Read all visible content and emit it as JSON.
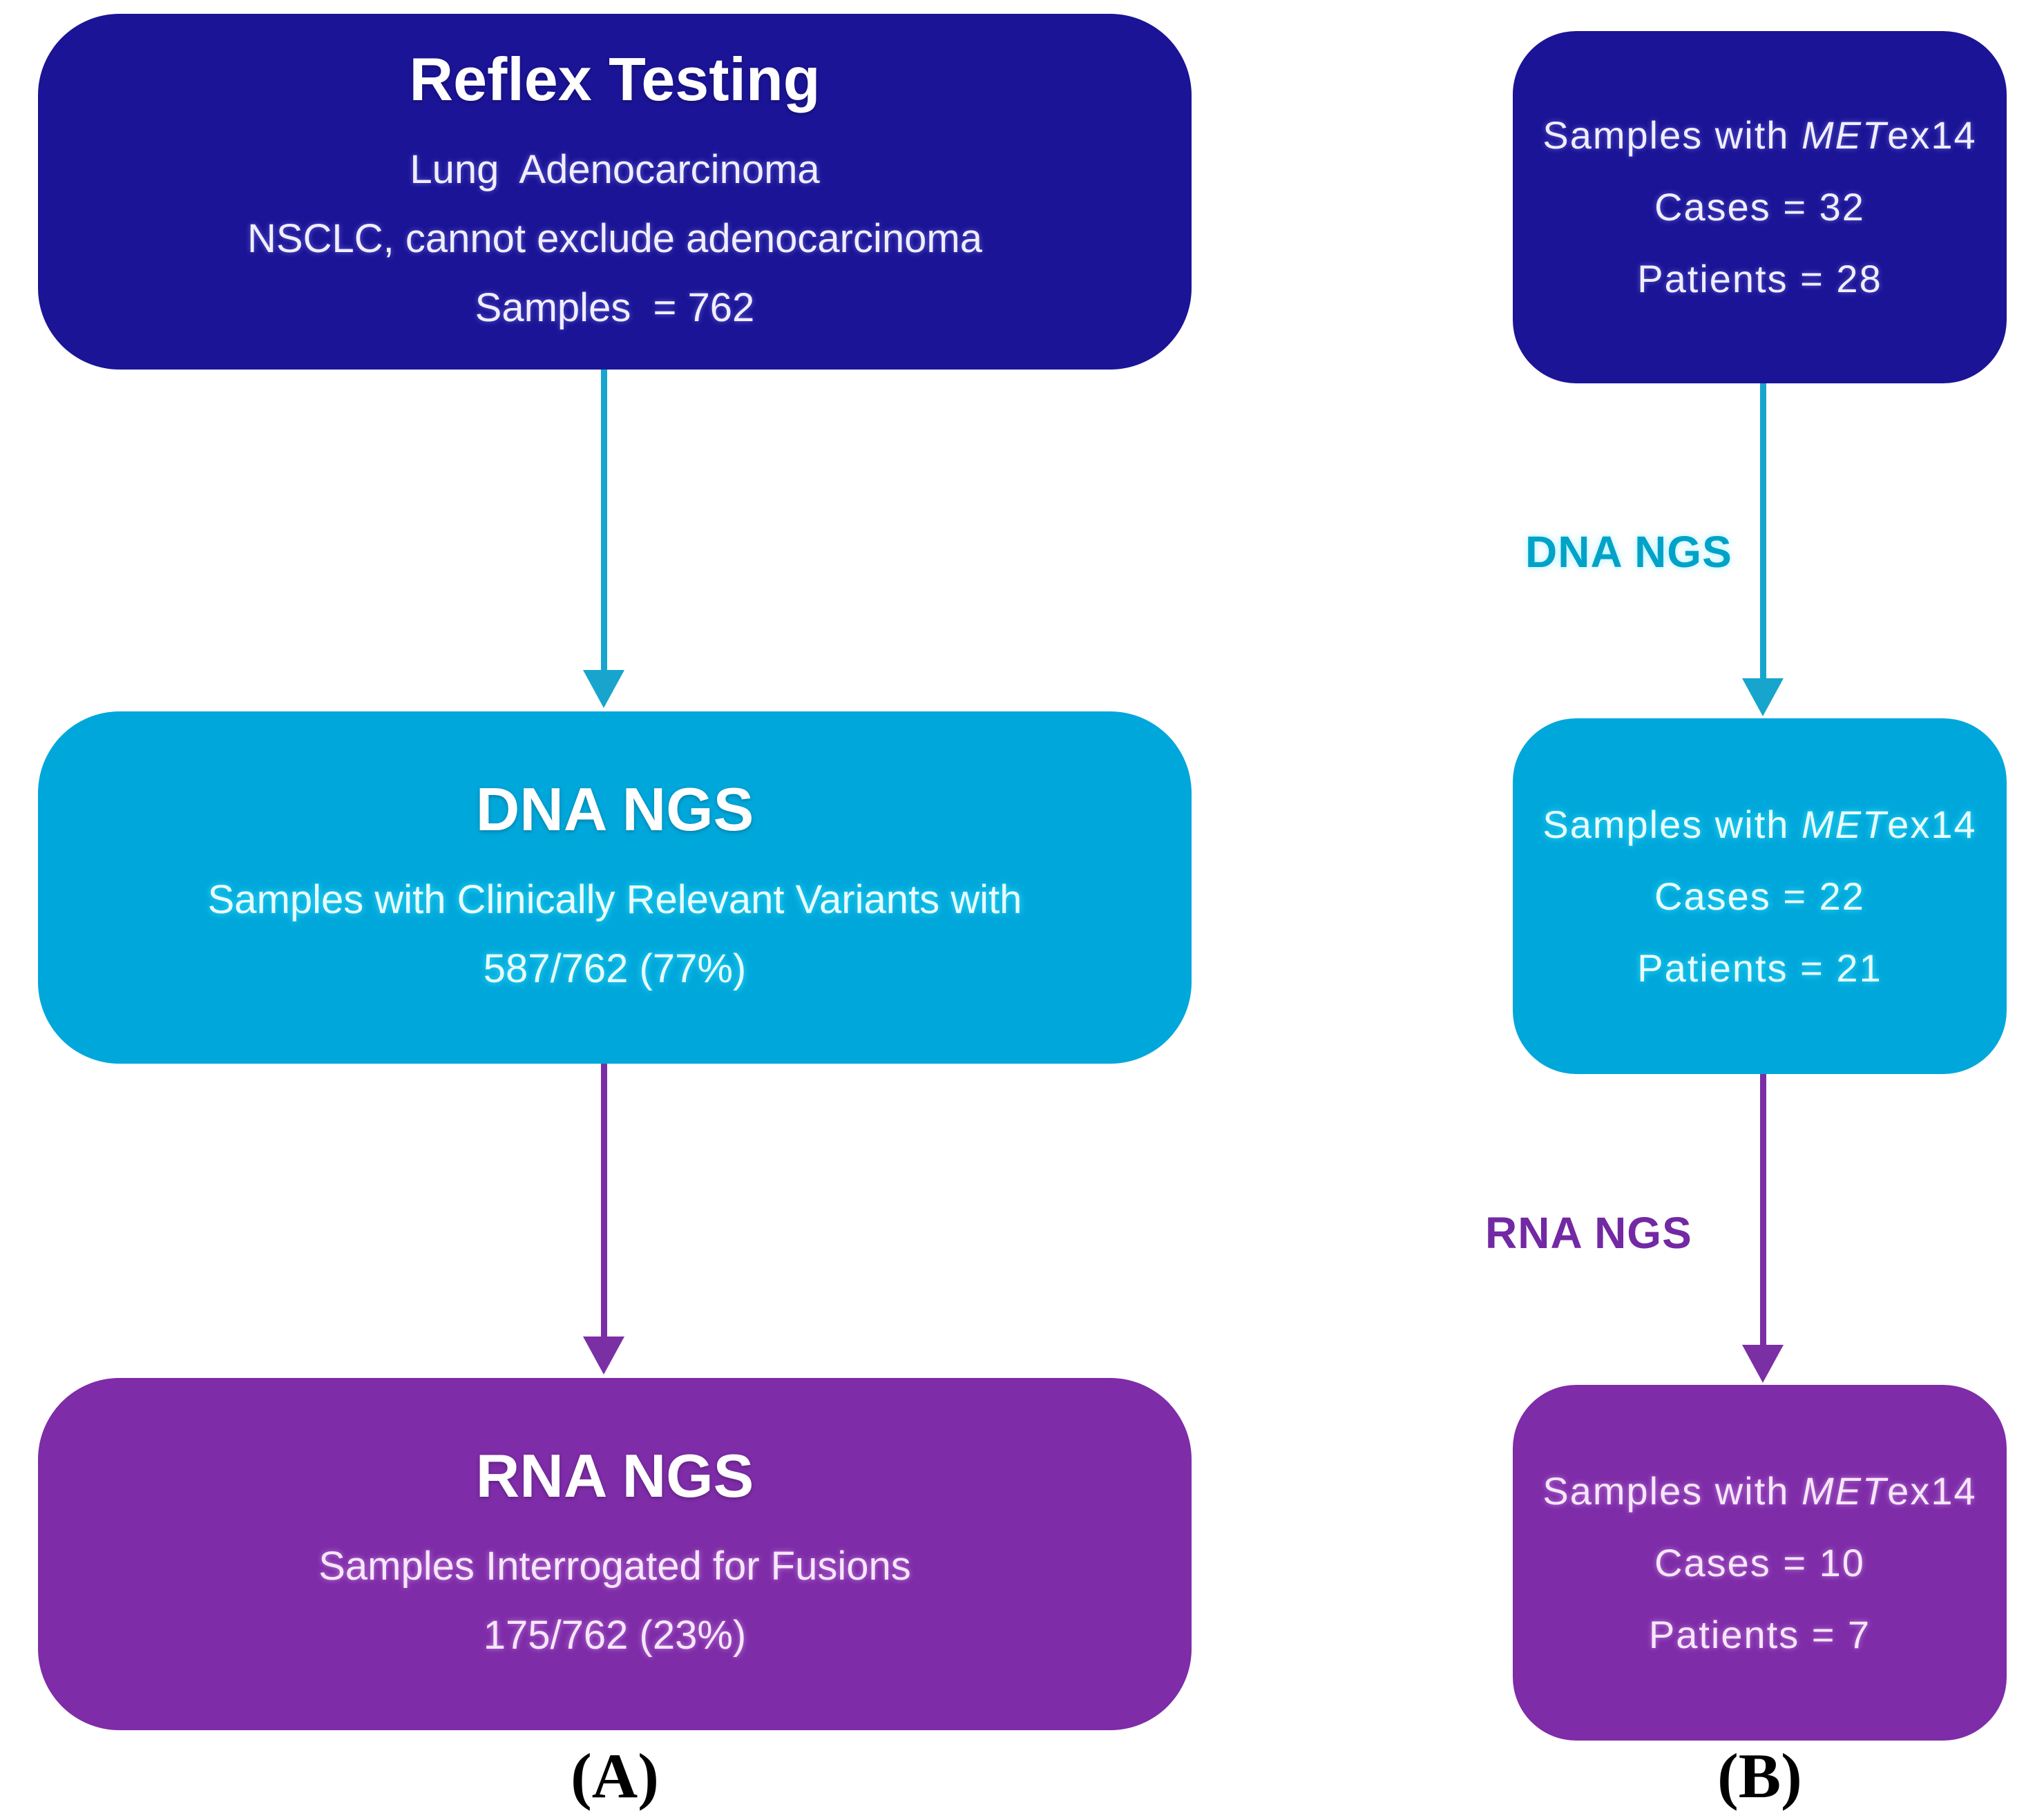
{
  "figure": {
    "panel_a": {
      "caption": "(A)",
      "boxes": [
        {
          "title": "Reflex Testing",
          "lines": [
            "Lung  Adenocarcinoma",
            "NSCLC, cannot exclude adenocarcinoma",
            "Samples  = 762"
          ]
        },
        {
          "title": "DNA NGS",
          "lines": [
            "Samples with Clinically Relevant Variants with",
            "587/762 (77%)"
          ]
        },
        {
          "title": "RNA NGS",
          "lines": [
            "Samples Interrogated for Fusions",
            "175/762 (23%)"
          ]
        }
      ]
    },
    "panel_b": {
      "caption": "(B)",
      "arrows": [
        {
          "label": "DNA NGS"
        },
        {
          "label": "RNA NGS"
        }
      ],
      "boxes": [
        {
          "line1_prefix": "Samples with ",
          "line1_gene": "MET",
          "line1_suffix": "ex14",
          "cases": "Cases = 32",
          "patients": "Patients = 28"
        },
        {
          "line1_prefix": "Samples with ",
          "line1_gene": "MET",
          "line1_suffix": "ex14",
          "cases": "Cases = 22",
          "patients": "Patients = 21"
        },
        {
          "line1_prefix": "Samples with ",
          "line1_gene": "MET",
          "line1_suffix": "ex14",
          "cases": "Cases = 10",
          "patients": "Patients = 7"
        }
      ]
    },
    "colors": {
      "navy_box": "#1b1496",
      "cyan_box": "#00a7db",
      "purple_box": "#7e2ca8",
      "cyan_arrow": "#17a5cd",
      "purple_arrow": "#7b2fa5",
      "cyan_label": "#00a2c8",
      "purple_label": "#7229a3",
      "caption_text": "#000000"
    }
  }
}
